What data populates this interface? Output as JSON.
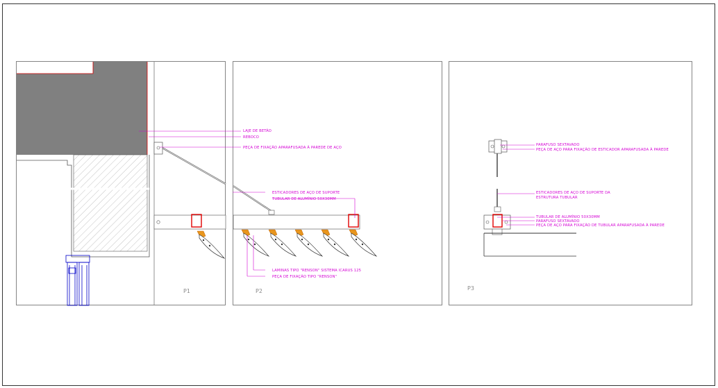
{
  "panels": {
    "p1": {
      "label": "P1"
    },
    "p2": {
      "label": "P2"
    },
    "p3": {
      "label": "P3"
    }
  },
  "annotations": {
    "laje": "LAJE DE BETÃO",
    "reboco": "REBOCO",
    "peca_fixacao_parede": "PEÇA DE FIXAÇÃO APARAFUSADA À PAREDE DE AÇO",
    "esticadores": "ESTICADORES DE AÇO DE SUPORTE",
    "tubular": "TUBULAR DE ALUMÍNIO 50X30MM",
    "laminas": "LAMINAS TIPO \"RENSON\" SISTEMA ICARUS 125",
    "peca_fixacao_renson": "PEÇA DE FIXAÇÃO TIPO \"RENSON\"",
    "p3_parafuso_top": "PARAFUSO SEXTAVADO",
    "p3_peca_esticador": "PEÇA DE AÇO PARA FIXAÇÃO DE ESTICADOR APARAFUSADA À PAREDE",
    "p3_esticadores_1": "ESTICADORES DE AÇO DE SUPORTE DA",
    "p3_esticadores_2": "ESTRUTURA TUBULAR",
    "p3_tubular": "TUBULAR DE ALUMÍNIO 50X30MM",
    "p3_parafuso_bottom": "PARAFUSO SEXTAVADO",
    "p3_peca_tubular": "PEÇA DE AÇO PARA FIXAÇÃO DE TUBULAR APARAFUSADA À PAREDE"
  },
  "colors": {
    "annotation": "#d400d4",
    "slab": "#808080",
    "slab_outline": "#d40000",
    "section_red": "#e00000",
    "window_frame": "#0000c8",
    "louver_fixing": "#e8961e",
    "outline": "#555555"
  }
}
